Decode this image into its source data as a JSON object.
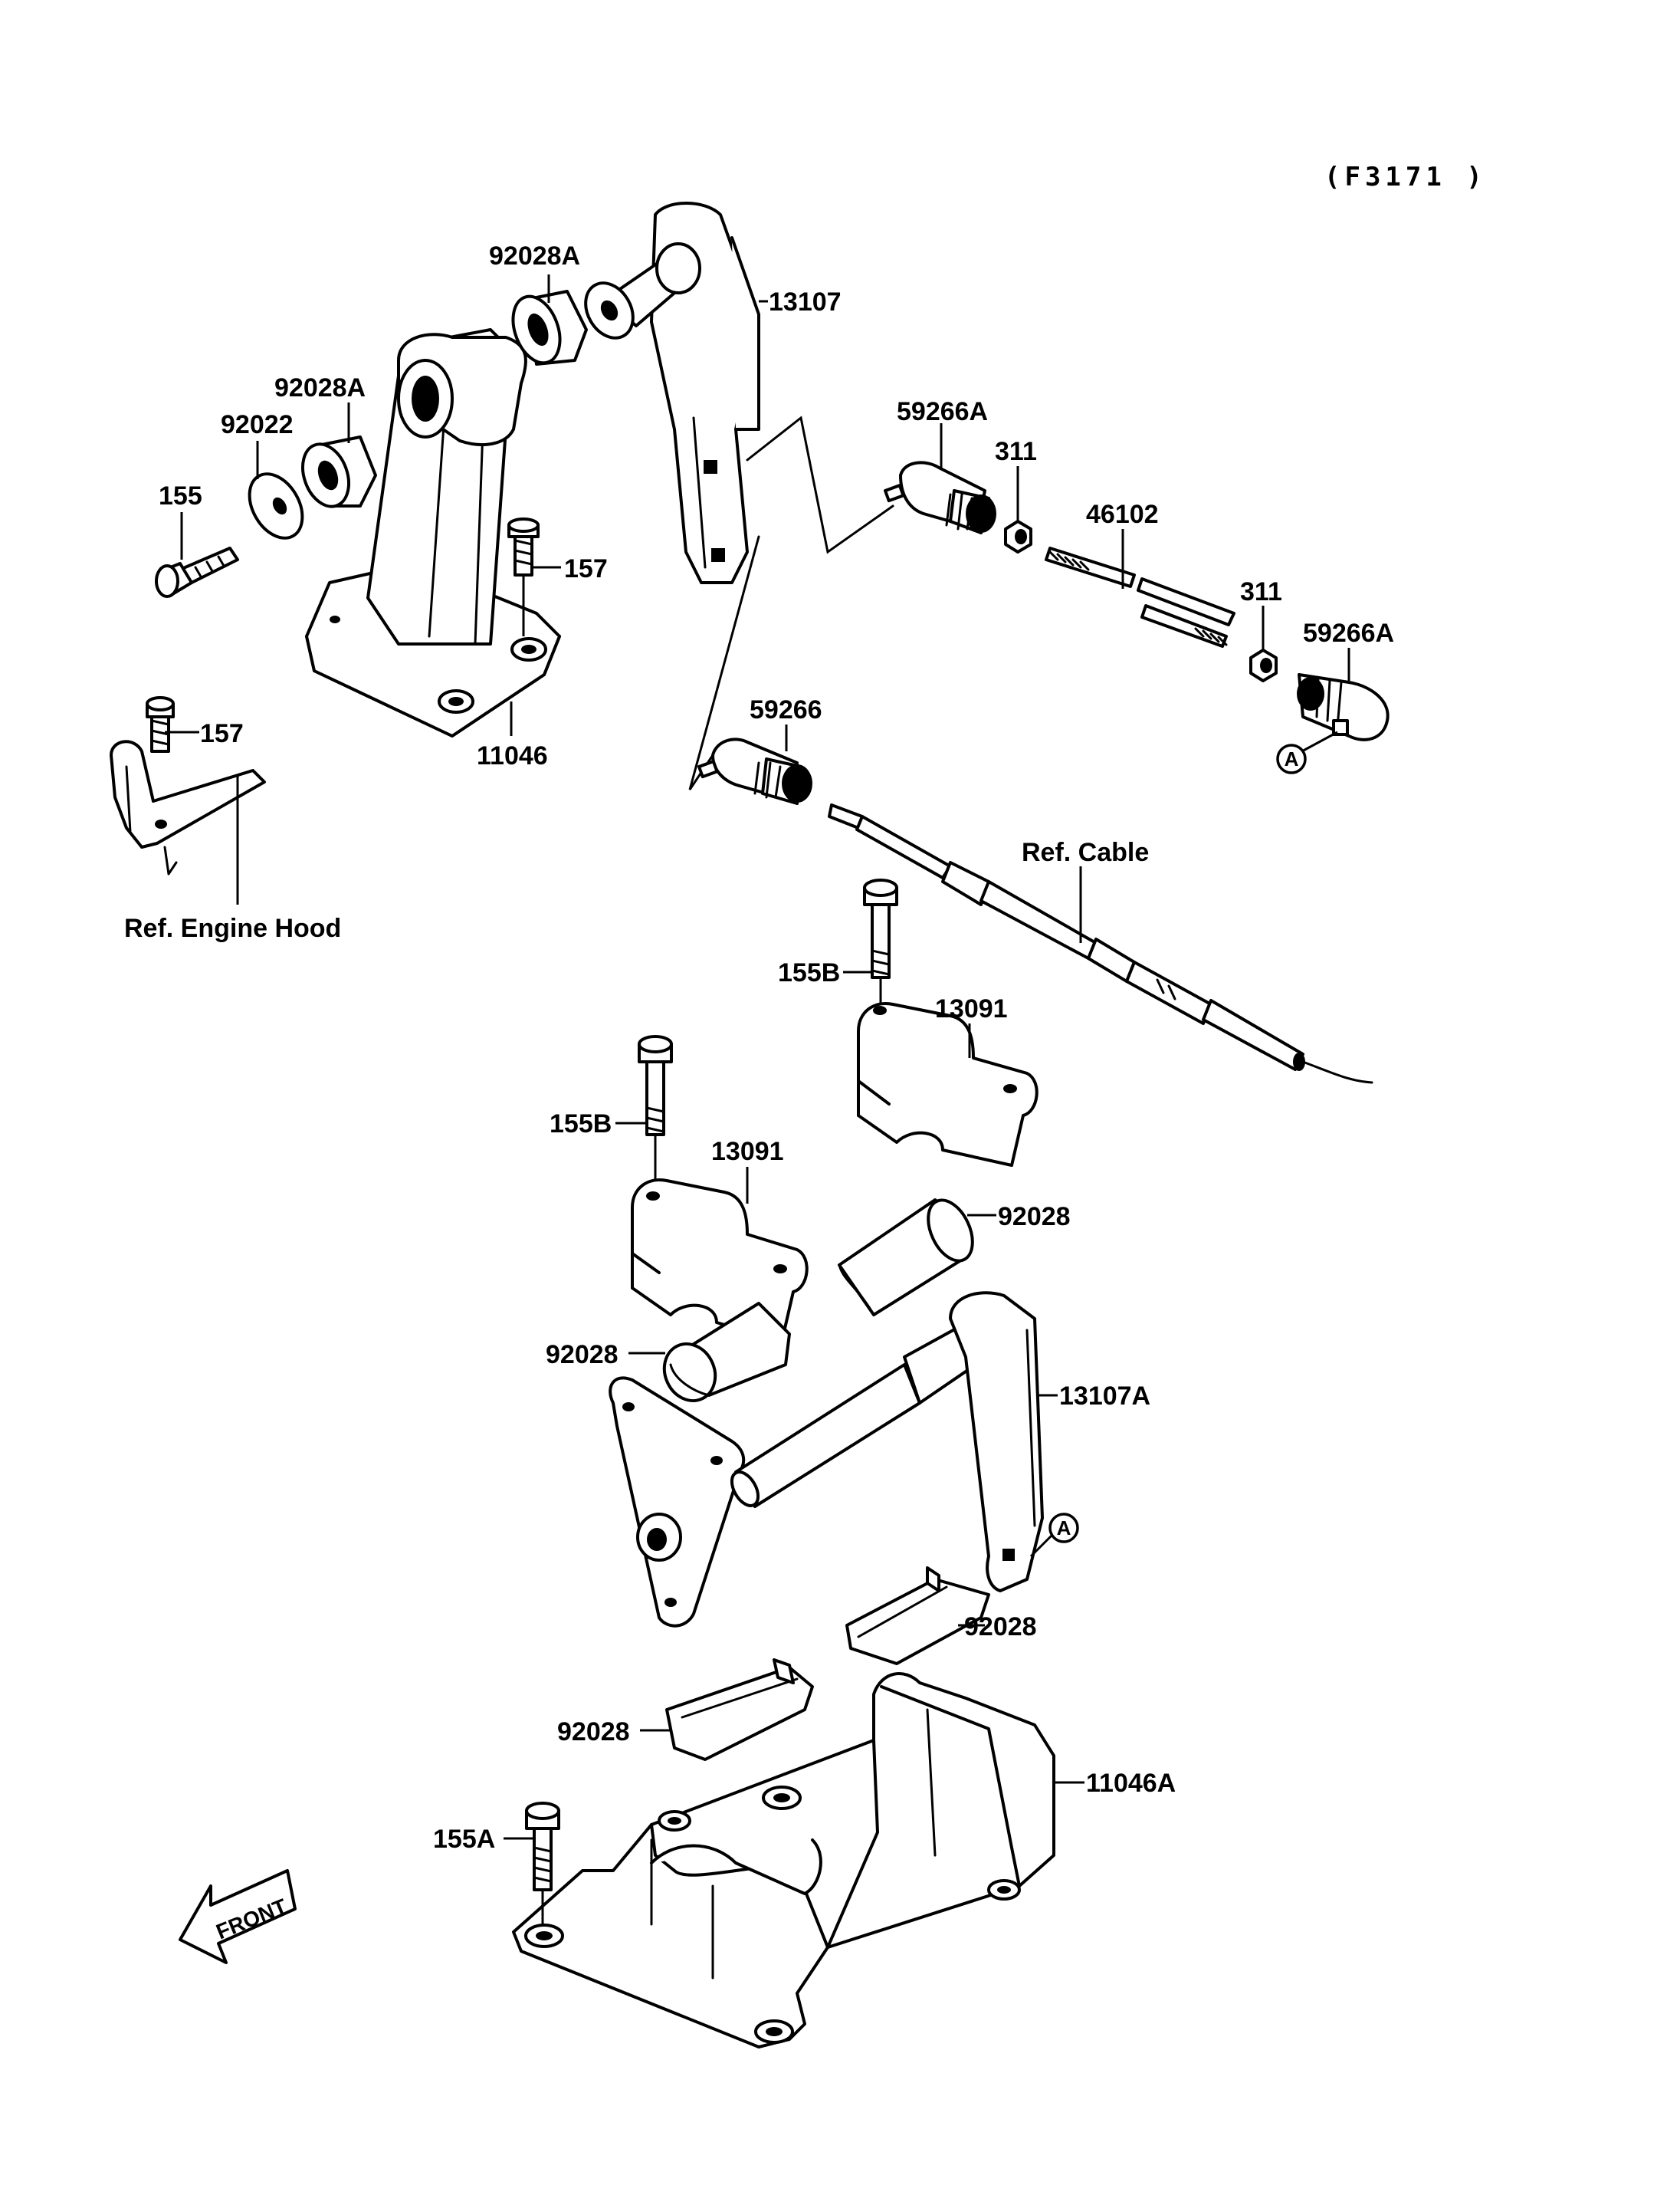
{
  "diagram_code": "(F3171 )",
  "labels": {
    "p92028A_top": "92028A",
    "p13107": "13107",
    "p92028A_left": "92028A",
    "p92022": "92022",
    "p155": "155",
    "p157_a": "157",
    "p157_b": "157",
    "p11046": "11046",
    "p59266A_a": "59266A",
    "p311_a": "311",
    "p46102": "46102",
    "p311_b": "311",
    "p59266A_b": "59266A",
    "p59266": "59266",
    "ref_cable": "Ref. Cable",
    "ref_engine_hood": "Ref. Engine Hood",
    "p155B_a": "155B",
    "p13091_a": "13091",
    "p155B_b": "155B",
    "p13091_b": "13091",
    "p92028_a": "92028",
    "p92028_b": "92028",
    "p13107A": "13107A",
    "p92028_c": "92028",
    "p92028_d": "92028",
    "p11046A": "11046A",
    "p155A": "155A"
  },
  "callouts": {
    "marker_a1": "A",
    "marker_a2": "A"
  },
  "front_label": "FRONT"
}
